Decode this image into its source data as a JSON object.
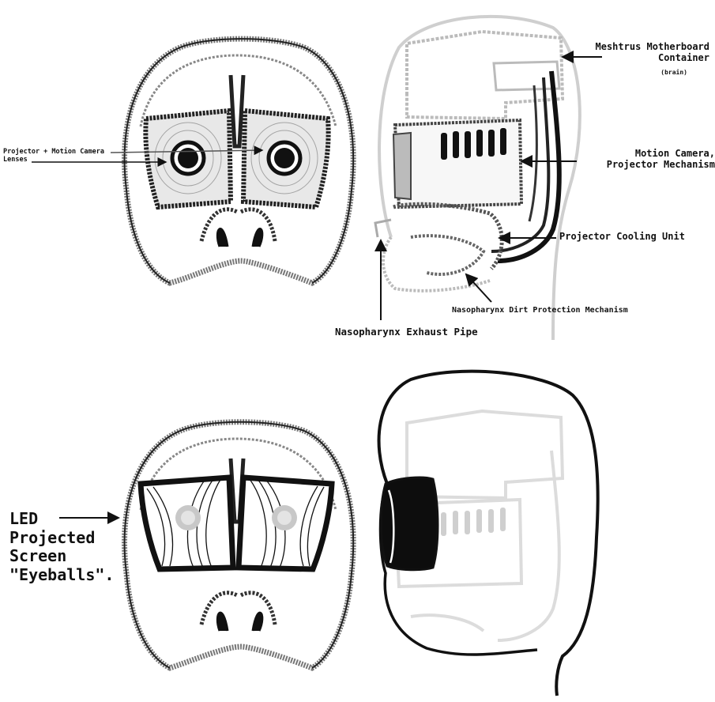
{
  "labels": {
    "lenses": "Projector + Motion Camera\nLenses",
    "brain_title": "Meshtrus Motherboard\nContainer",
    "brain_sub": "(brain)",
    "motion": "Motion Camera,\nProjector Mechanism",
    "cooling": "Projector Cooling Unit",
    "dirt": "Nasopharynx Dirt Protection Mechanism",
    "exhaust": "Nasopharynx Exhaust Pipe",
    "led": "LED\nProjected\nScreen\n\"Eyeballs\"."
  },
  "colors": {
    "ink": "#111111",
    "sketch_gray": "#7a7a7a",
    "faded": "#d4d4d4",
    "eye_glow": "#c8c8c8"
  }
}
